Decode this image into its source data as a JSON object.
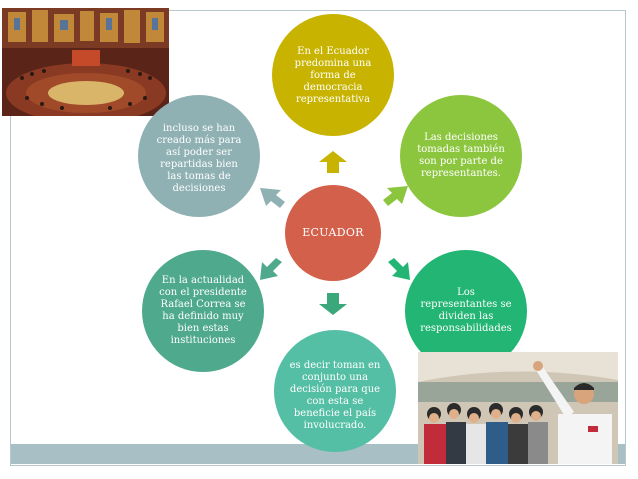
{
  "center": {
    "label": "ECUADOR"
  },
  "nodes": {
    "top": "En el Ecuador predomina una forma de democracia representativa",
    "upper_right": "Las decisiones tomadas también son por parte de representantes.",
    "lower_right": "Los representantes se dividen las responsabilidades",
    "bottom": "es decir toman en conjunto una decisión para que con esta se beneficie el país involucrado.",
    "lower_left": "En la actualidad con el presidente Rafael Correa se ha definido muy bien estas instituciones",
    "upper_left": "incluso se han creado más para así poder ser repartidas bien las tomas de decisiones"
  },
  "colors": {
    "center": "#d3604a",
    "top": "#c8b400",
    "upper_right": "#8cc63f",
    "lower_right": "#22b573",
    "bottom": "#55bfa5",
    "lower_left": "#4fa98c",
    "upper_left": "#8fb1b4"
  },
  "images": {
    "top_left": "parliament-assembly-photo",
    "bottom_right": "president-waving-crowd-photo"
  }
}
